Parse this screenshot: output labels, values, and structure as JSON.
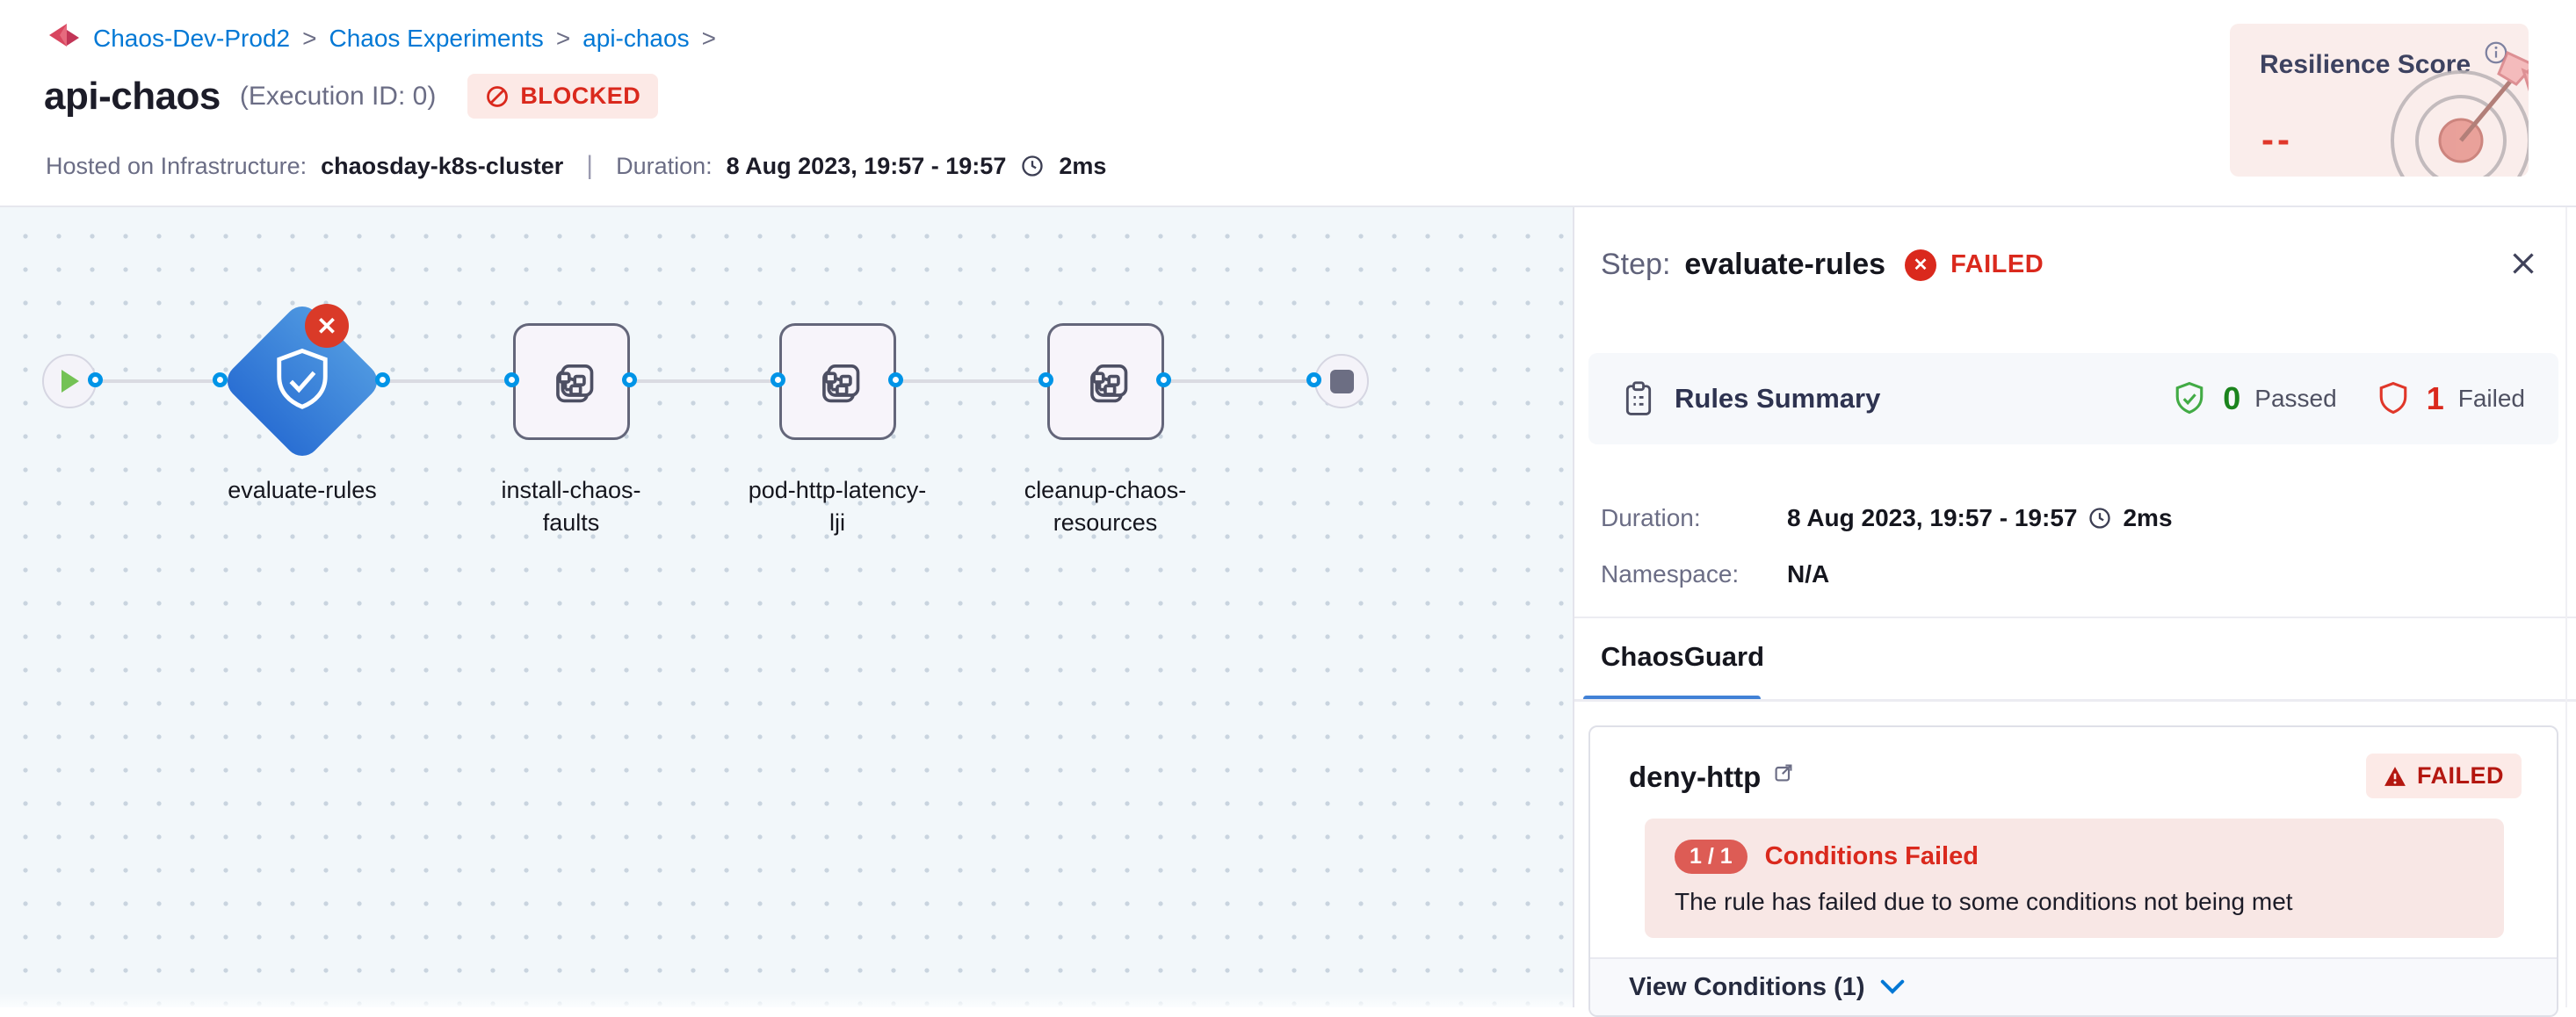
{
  "colors": {
    "accent_blue": "#0278d5",
    "error_red": "#da291d",
    "success_green": "#1b841d",
    "badge_bg": "#fce9e6",
    "canvas_bg": "#f2f7fa",
    "node_blue": "#2a6fd3"
  },
  "breadcrumb": {
    "separator": ">",
    "items": [
      "Chaos-Dev-Prod2",
      "Chaos Experiments",
      "api-chaos"
    ]
  },
  "header": {
    "title": "api-chaos",
    "execution_id": "(Execution ID: 0)",
    "status": "BLOCKED",
    "infra_label": "Hosted on Infrastructure:",
    "infra_value": "chaosday-k8s-cluster",
    "pipe": "|",
    "duration_label": "Duration:",
    "duration_value": "8 Aug 2023, 19:57 - 19:57",
    "duration_ms": "2ms"
  },
  "resilience": {
    "title": "Resilience Score",
    "value": "--"
  },
  "pipeline": {
    "nodes": [
      {
        "id": "evaluate-rules",
        "lines": [
          "evaluate-rules",
          ""
        ]
      },
      {
        "id": "install-chaos-faults",
        "lines": [
          "install-chaos-",
          "faults"
        ]
      },
      {
        "id": "pod-http-latency-lji",
        "lines": [
          "pod-http-latency-",
          "lji"
        ]
      },
      {
        "id": "cleanup-chaos-resources",
        "lines": [
          "cleanup-chaos-",
          "resources"
        ]
      }
    ]
  },
  "panel": {
    "step_label": "Step:",
    "step_name": "evaluate-rules",
    "status": "FAILED",
    "summary": {
      "title": "Rules Summary",
      "passed": "0",
      "passed_label": "Passed",
      "failed": "1",
      "failed_label": "Failed"
    },
    "duration_label": "Duration:",
    "duration_value": "8 Aug 2023, 19:57 - 19:57",
    "duration_ms": "2ms",
    "namespace_label": "Namespace:",
    "namespace_value": "N/A",
    "tab": "ChaosGuard",
    "rule": {
      "name": "deny-http",
      "status": "FAILED",
      "conditions_badge": "1 / 1",
      "conditions_title": "Conditions Failed",
      "message": "The rule has failed due to some conditions not being met",
      "footer": "View Conditions (1)"
    }
  }
}
